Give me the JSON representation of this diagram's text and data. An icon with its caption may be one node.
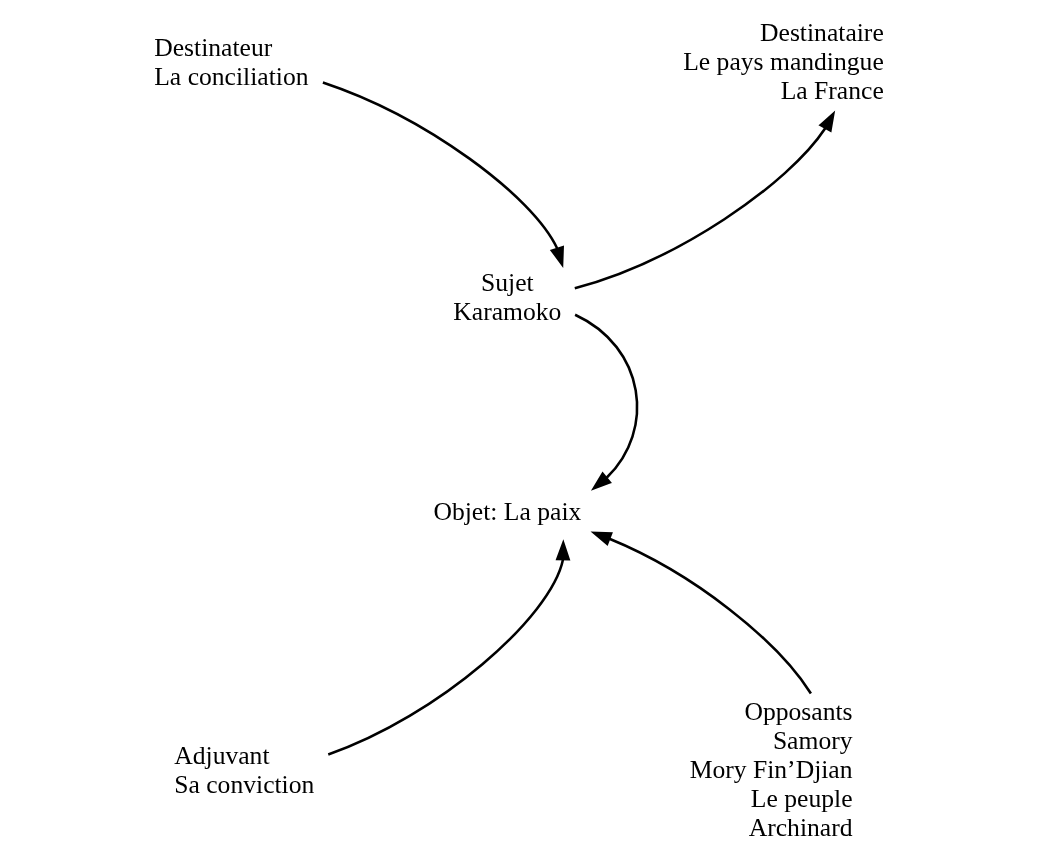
{
  "diagram": {
    "nodes": [
      {
        "text": [
          "Destinateur",
          "La conciliation"
        ]
      },
      {
        "text": [
          "Destinataire",
          "Le pays mandingue",
          "La France"
        ]
      },
      {
        "text": [
          "Sujet",
          "Karamoko"
        ]
      },
      {
        "text": [
          "Objet: La paix"
        ]
      },
      {
        "text": [
          "Adjuvant",
          "Sa conviction"
        ]
      },
      {
        "text": [
          "Opposants",
          "Samory",
          "Mory Fin’Djian",
          "Le peuple",
          "Archinard"
        ]
      }
    ],
    "edges": [
      {
        "from": 0,
        "to": 2,
        "arrow": "to"
      },
      {
        "from": 2,
        "to": 1,
        "arrow": "to"
      },
      {
        "from": 2,
        "to": 3,
        "arrow": "to"
      },
      {
        "from": 4,
        "to": 3,
        "arrow": "to"
      },
      {
        "from": 5,
        "to": 3,
        "arrow": "to"
      }
    ]
  }
}
